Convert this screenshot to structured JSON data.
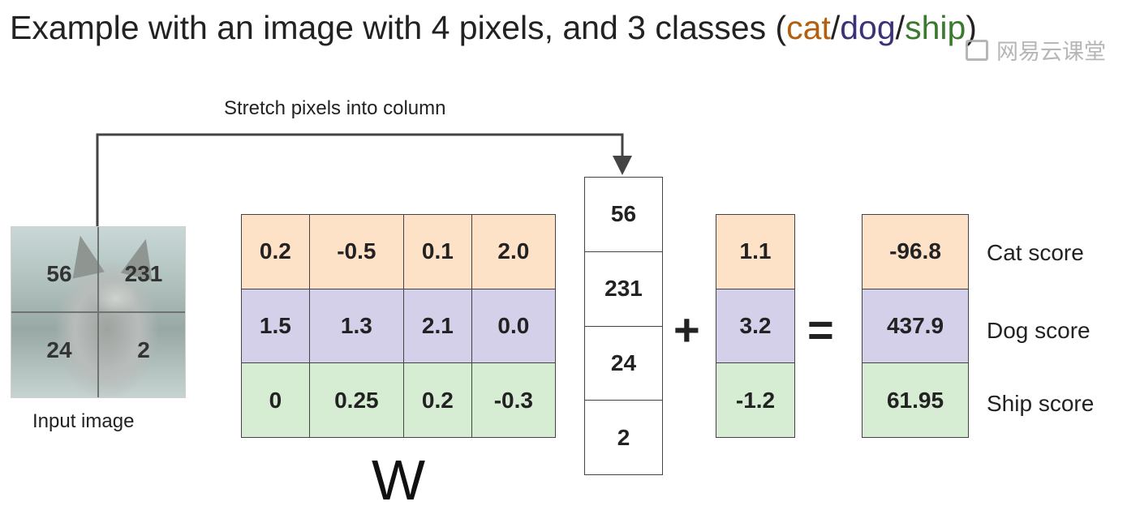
{
  "title": {
    "prefix": "Example with an image with 4 pixels, and 3 classes (",
    "cat": "cat",
    "sep1": "/",
    "dog": "dog",
    "sep2": "/",
    "ship": "ship",
    "suffix": ")",
    "colors": {
      "cat": "#b35f0c",
      "dog": "#3b3378",
      "ship": "#3a7a2e"
    }
  },
  "watermark": "网易云课堂",
  "arrow_label": "Stretch pixels into column",
  "input_image": {
    "label": "Input image",
    "pixels": [
      "56",
      "231",
      "24",
      "2"
    ]
  },
  "weights": {
    "label": "W",
    "rows": [
      [
        "0.2",
        "-0.5",
        "0.1",
        "2.0"
      ],
      [
        "1.5",
        "1.3",
        "2.1",
        "0.0"
      ],
      [
        "0",
        "0.25",
        "0.2",
        "-0.3"
      ]
    ]
  },
  "pixel_column": [
    "56",
    "231",
    "24",
    "2"
  ],
  "plus": "+",
  "bias": [
    "1.1",
    "3.2",
    "-1.2"
  ],
  "equals": "=",
  "scores": [
    "-96.8",
    "437.9",
    "61.95"
  ],
  "score_labels": [
    "Cat score",
    "Dog score",
    "Ship score"
  ],
  "row_colors": {
    "cat": "#fde2c7",
    "dog": "#d4d0ea",
    "ship": "#d6ecd3"
  }
}
